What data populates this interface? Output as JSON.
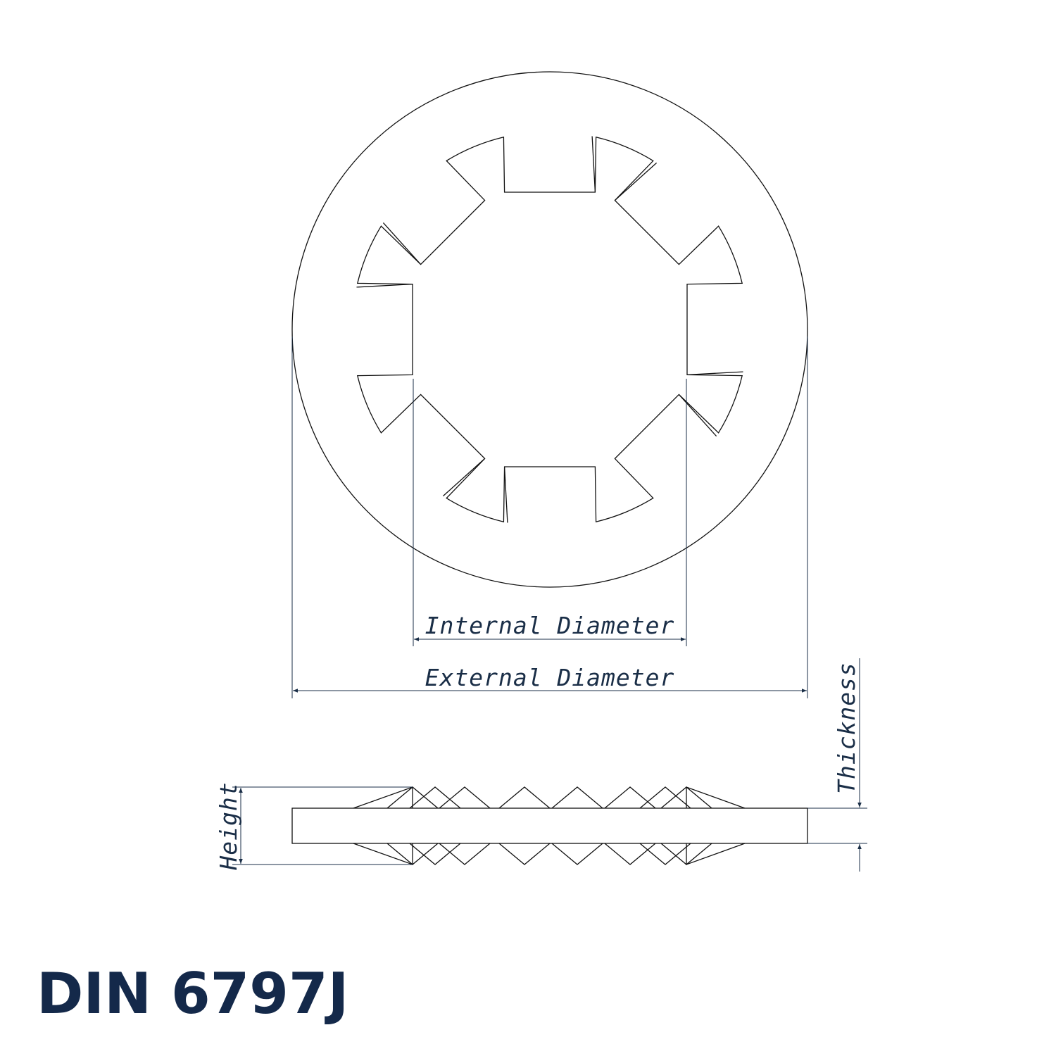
{
  "title": "DIN 6797J",
  "labels": {
    "internal_diameter": "Internal Diameter",
    "external_diameter": "External Diameter",
    "thickness": "Thickness",
    "height": "Height"
  },
  "colors": {
    "line": "#111111",
    "dimension": "#1a2e47",
    "title": "#14294a"
  }
}
